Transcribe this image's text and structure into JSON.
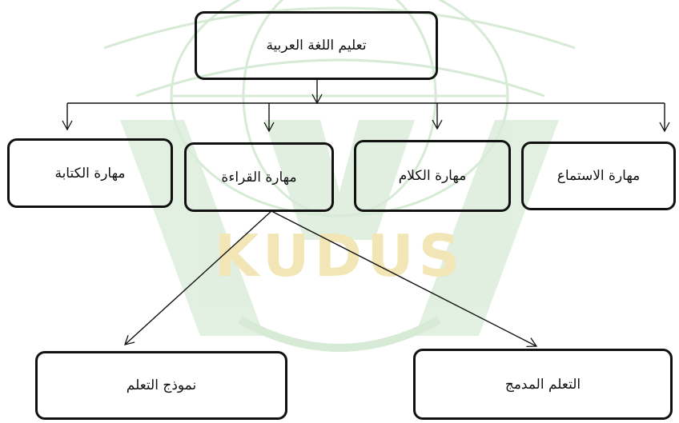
{
  "diagram": {
    "root": {
      "label": "تعليم اللغة العربية"
    },
    "skills": [
      {
        "key": "writing",
        "label": "مهارة الكتابة"
      },
      {
        "key": "reading",
        "label": "مهارة القراءة"
      },
      {
        "key": "speaking",
        "label": "مهارة الكلام"
      },
      {
        "key": "listening",
        "label": "مهارة الاستماع"
      }
    ],
    "reading_children": [
      {
        "key": "learning-model",
        "label": "نموذج التعلم"
      },
      {
        "key": "blended-learning",
        "label": "التعلم المدمج"
      }
    ]
  },
  "watermark": {
    "text": "KUDUS",
    "colors": {
      "green": "#cfe6cf",
      "gold": "#f2e2ad"
    }
  },
  "colors": {
    "stroke": "#111111",
    "background": "#ffffff"
  }
}
